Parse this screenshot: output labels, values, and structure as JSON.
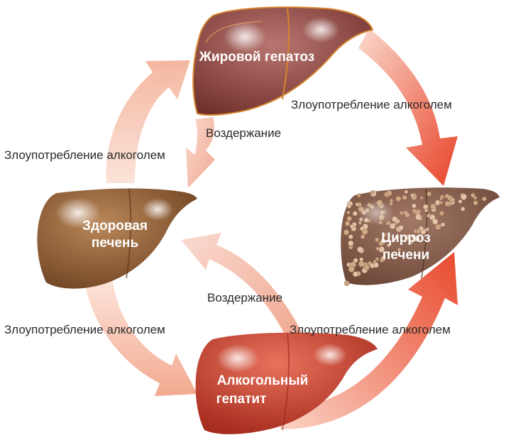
{
  "nodes": {
    "fatty": {
      "line1": "Жировой гепатоз",
      "line2": "",
      "color": "#8a3c36"
    },
    "healthy": {
      "line1": "Здоровая",
      "line2": "печень",
      "color": "#8f5a2e"
    },
    "hepatitis": {
      "line1": "Алкогольный",
      "line2": "гепатит",
      "color": "#c63a2a"
    },
    "cirrhosis": {
      "line1": "Цирроз",
      "line2": "печени",
      "color": "#9a6a50"
    }
  },
  "edges": {
    "healthy_to_fatty": "Злоупотребление алкоголем",
    "fatty_to_healthy": "Воздержание",
    "fatty_to_cirrhosis": "Злоупотребление алкоголем",
    "healthy_to_hepatitis": "Злоупотребление алкоголем",
    "hepatitis_to_healthy": "Воздержание",
    "hepatitis_to_cirrhosis": "Злоупотребление алкоголем"
  },
  "colors": {
    "arrow_light": "#f6c9b8",
    "arrow_strong": "#e84a2e"
  }
}
